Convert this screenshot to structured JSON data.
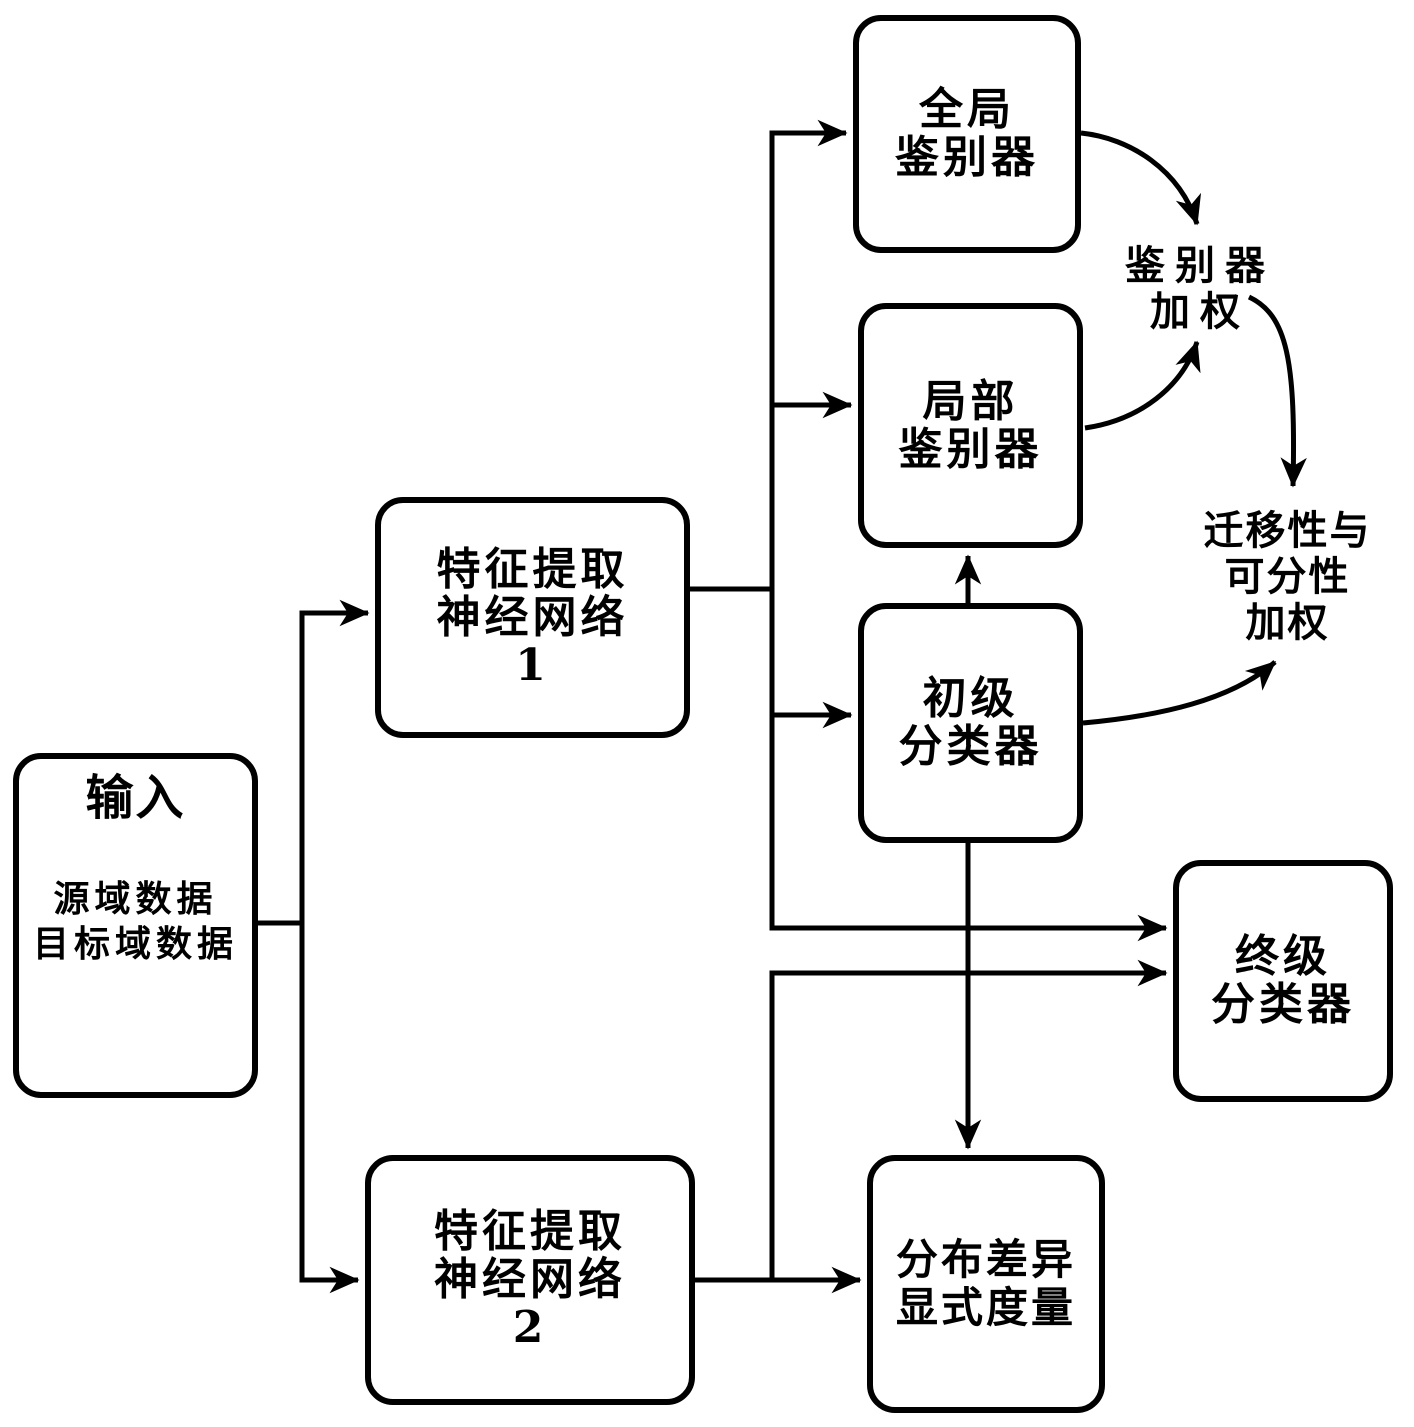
{
  "diagram": {
    "background": "#ffffff",
    "line_color": "#000000",
    "nodes": {
      "input": {
        "title": "输入",
        "lines": [
          "源域数据",
          "目标域数据"
        ]
      },
      "feature_net_1": {
        "lines": [
          "特征提取",
          "神经网络",
          "1"
        ]
      },
      "feature_net_2": {
        "lines": [
          "特征提取",
          "神经网络",
          "2"
        ]
      },
      "global_discriminator": {
        "lines": [
          "全局",
          "鉴别器"
        ]
      },
      "local_discriminator": {
        "lines": [
          "局部",
          "鉴别器"
        ]
      },
      "primary_classifier": {
        "lines": [
          "初级",
          "分类器"
        ]
      },
      "final_classifier": {
        "lines": [
          "终级",
          "分类器"
        ]
      },
      "distribution_metric": {
        "lines": [
          "分布差异",
          "显式度量"
        ]
      },
      "discriminator_weighting": {
        "lines": [
          "鉴别器",
          "加权"
        ]
      },
      "transfer_separability_weighting": {
        "lines": [
          "迁移性与",
          "可分性",
          "加权"
        ]
      }
    }
  }
}
